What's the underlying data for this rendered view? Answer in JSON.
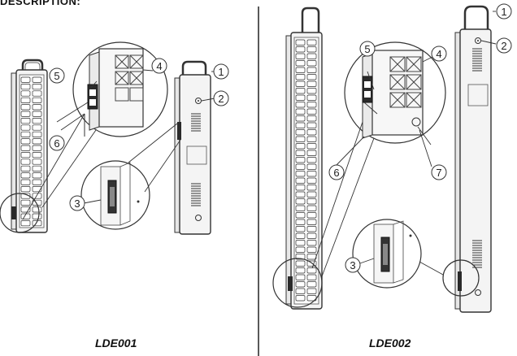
{
  "heading": "DESCRIPTION:",
  "models": {
    "left": "LDE001",
    "right": "LDE002"
  },
  "callouts": {
    "left": [
      "1",
      "2",
      "3",
      "4",
      "5",
      "6"
    ],
    "right": [
      "1",
      "2",
      "3",
      "4",
      "5",
      "6",
      "7"
    ]
  },
  "colors": {
    "line": "#333333",
    "body": "#f4f4f4",
    "led": "#ffffff",
    "dark": "#2a2a2a"
  }
}
